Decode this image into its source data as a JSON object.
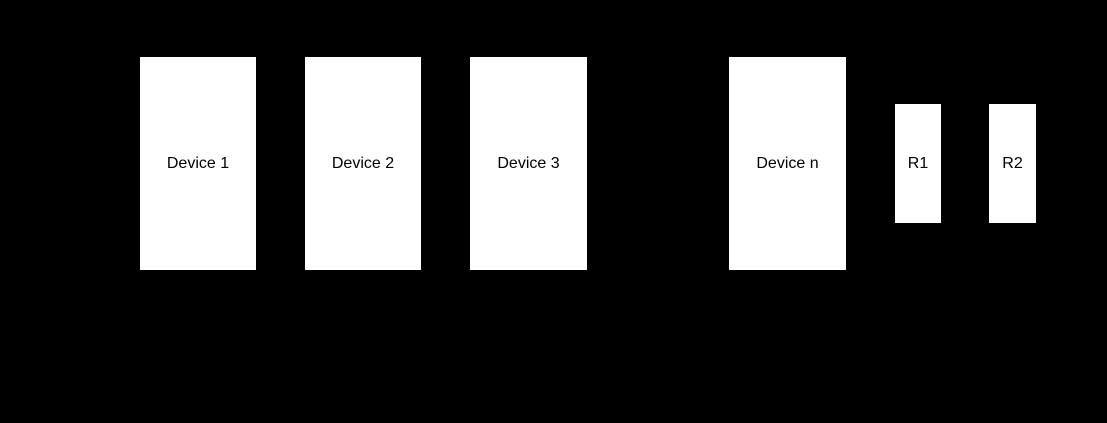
{
  "diagram": {
    "description": "Bus network diagram nodes on black background",
    "background_color": "#000000",
    "node_fill_color": "#ffffff",
    "node_text_color": "#000000",
    "nodes": [
      {
        "id": "device-1",
        "label": "Device 1"
      },
      {
        "id": "device-2",
        "label": "Device 2"
      },
      {
        "id": "device-3",
        "label": "Device 3"
      },
      {
        "id": "device-n",
        "label": "Device n"
      },
      {
        "id": "r1",
        "label": "R1"
      },
      {
        "id": "r2",
        "label": "R2"
      }
    ]
  }
}
